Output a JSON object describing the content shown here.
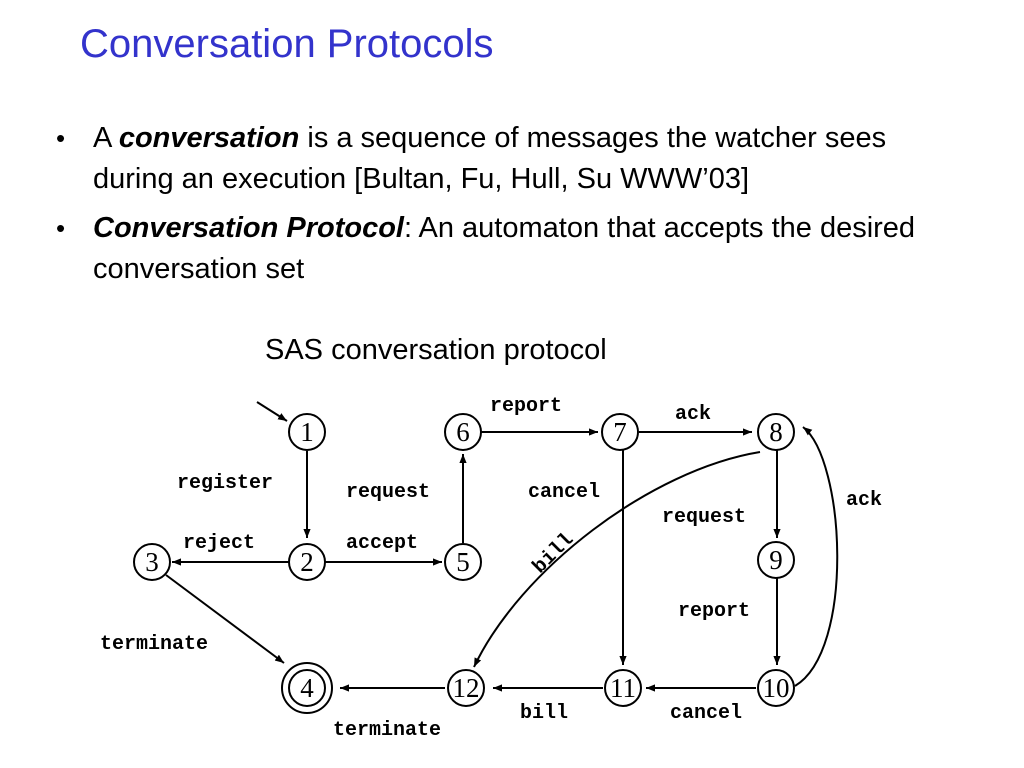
{
  "slide": {
    "title": "Conversation Protocols",
    "bullets": [
      {
        "prefix": "A ",
        "emphasis": "conversation",
        "suffix": " is a sequence of messages the watcher sees during an execution [Bultan, Fu, Hull, Su WWW’03]"
      },
      {
        "prefix": "",
        "emphasis": "Conversation Protocol",
        "suffix": ": An automaton that accepts the desired conversation set"
      }
    ],
    "diagram_caption": "SAS conversation protocol"
  },
  "diagram": {
    "start_state": "1",
    "final_states": [
      "4"
    ],
    "states": [
      "1",
      "2",
      "3",
      "4",
      "5",
      "6",
      "7",
      "8",
      "9",
      "10",
      "11",
      "12"
    ],
    "transitions": [
      {
        "from": "1",
        "to": "2",
        "label": "register"
      },
      {
        "from": "2",
        "to": "3",
        "label": "reject"
      },
      {
        "from": "2",
        "to": "5",
        "label": "accept"
      },
      {
        "from": "3",
        "to": "4",
        "label": "terminate"
      },
      {
        "from": "5",
        "to": "6",
        "label": "request"
      },
      {
        "from": "6",
        "to": "7",
        "label": "report"
      },
      {
        "from": "7",
        "to": "8",
        "label": "ack"
      },
      {
        "from": "7",
        "to": "11",
        "label": "cancel"
      },
      {
        "from": "8",
        "to": "9",
        "label": "request"
      },
      {
        "from": "8",
        "to": "12",
        "label": "bill"
      },
      {
        "from": "9",
        "to": "10",
        "label": "report"
      },
      {
        "from": "10",
        "to": "8",
        "label": "ack"
      },
      {
        "from": "10",
        "to": "11",
        "label": "cancel"
      },
      {
        "from": "11",
        "to": "12",
        "label": "bill"
      },
      {
        "from": "12",
        "to": "4",
        "label": "terminate"
      }
    ]
  }
}
